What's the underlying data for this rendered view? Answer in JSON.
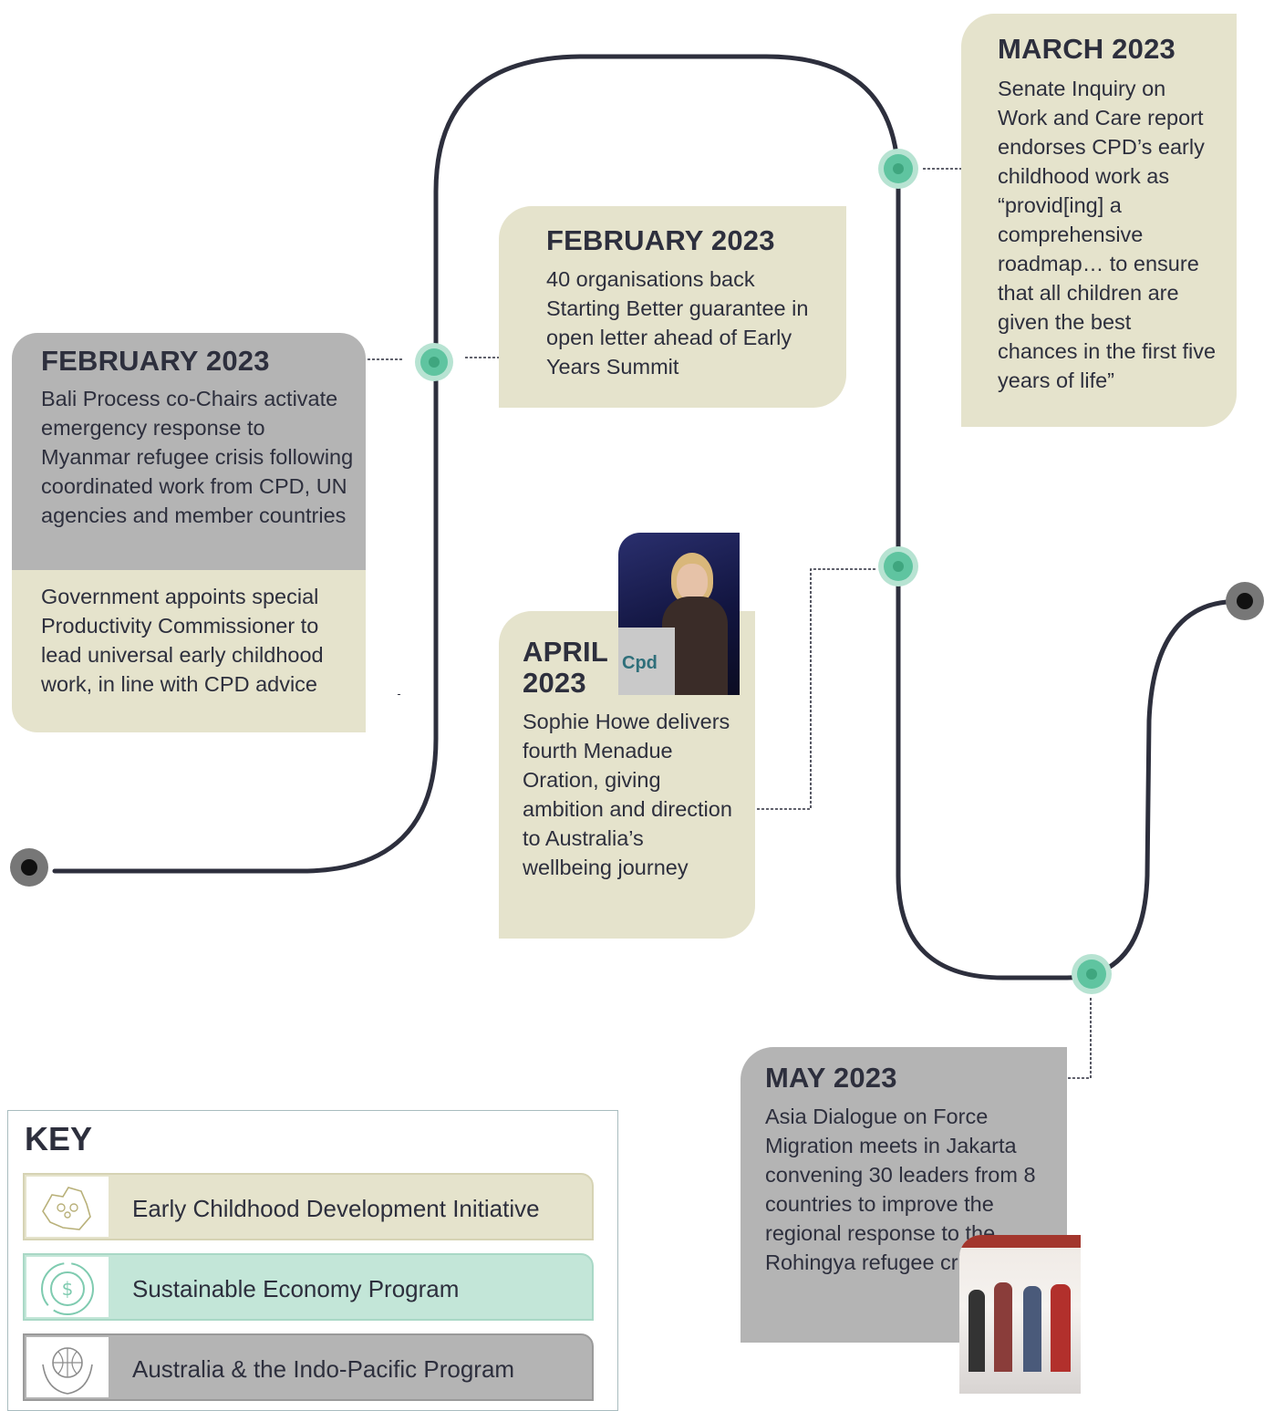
{
  "events": [
    {
      "date": "FEBRUARY 2023",
      "text": "Bali Process co-Chairs activate emergency response to Myanmar refugee crisis following coordinated work from CPD, UN agencies and member countries"
    },
    {
      "text": "Government appoints special Productivity Commissioner to lead universal early childhood work, in line with CPD advice"
    },
    {
      "date": "FEBRUARY 2023",
      "text": "40 organisations back Starting Better guarantee in open letter ahead of Early Years Summit"
    },
    {
      "date": "MARCH 2023",
      "text": "Senate Inquiry on Work and Care report endorses CPD’s early childhood work as “provid[ing] a comprehensive roadmap… to ensure that all children are given the best chances in the first five years of life”"
    },
    {
      "date_line1": "APRIL",
      "date_line2": "2023",
      "text": "Sophie Howe delivers fourth Menadue Oration, giving ambition and direction to Australia’s wellbeing journey"
    },
    {
      "date": "MAY 2023",
      "text": "Asia Dialogue on Force Migration meets in Jakarta convening 30 leaders from 8 countries to improve the regional response to the Rohingya refugee crisis"
    }
  ],
  "key": {
    "title": "KEY",
    "items": [
      {
        "label": "Early Childhood Development Initiative",
        "icon": "australia-family-icon",
        "color": "#e5e3cc"
      },
      {
        "label": "Sustainable Economy Program",
        "icon": "dollar-cycle-icon",
        "color": "#c3e6d8"
      },
      {
        "label": "Australia & the Indo-Pacific Program",
        "icon": "globe-hands-icon",
        "color": "#b4b4b4"
      }
    ]
  },
  "photos": {
    "april_podium_logo": "Cpd"
  },
  "colors": {
    "track": "#2d2f3d",
    "node": "#5fc4a0",
    "node_ring": "#b7e3d2",
    "endpoint": "#777777",
    "beige": "#e5e3cc",
    "grey": "#b4b4b4",
    "mint": "#c3e6d8"
  }
}
